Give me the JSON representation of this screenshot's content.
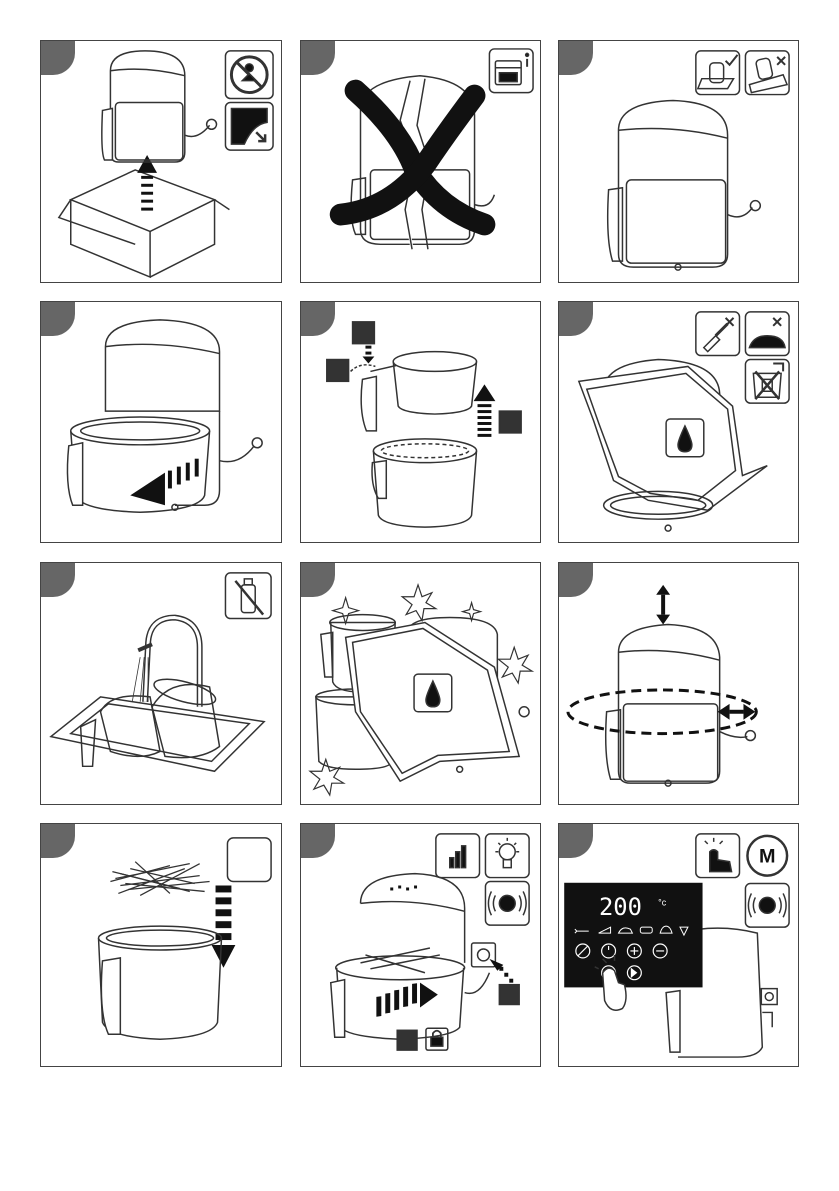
{
  "steps": [
    {
      "id": 1,
      "caption": ""
    },
    {
      "id": 2,
      "caption": ""
    },
    {
      "id": 3,
      "caption": ""
    },
    {
      "id": 4,
      "caption": ""
    },
    {
      "id": 5,
      "caption": ""
    },
    {
      "id": 6,
      "caption": ""
    },
    {
      "id": 7,
      "caption": ""
    },
    {
      "id": 8,
      "caption": ""
    },
    {
      "id": 9,
      "caption": ""
    },
    {
      "id": 10,
      "caption": ""
    },
    {
      "id": 11,
      "caption": ""
    },
    {
      "id": 12,
      "caption": ""
    }
  ],
  "display": {
    "temperature": "200",
    "unit": "°c",
    "mode_label": "M"
  },
  "colors": {
    "line": "#333333",
    "tab": "#666666",
    "dark": "#111111",
    "panel_border": "#444444"
  },
  "icons": [
    "no-children-icon",
    "unpack-icon",
    "instructions-icon",
    "flat-surface-ok-icon",
    "uneven-surface-no-icon",
    "no-knife-icon",
    "no-abrasive-icon",
    "no-water-immersion-icon",
    "no-detergent-icon",
    "water-drop-icon",
    "power-level-icon",
    "light-icon",
    "sound-icon",
    "touch-icon",
    "lock-icon",
    "plug-icon"
  ]
}
